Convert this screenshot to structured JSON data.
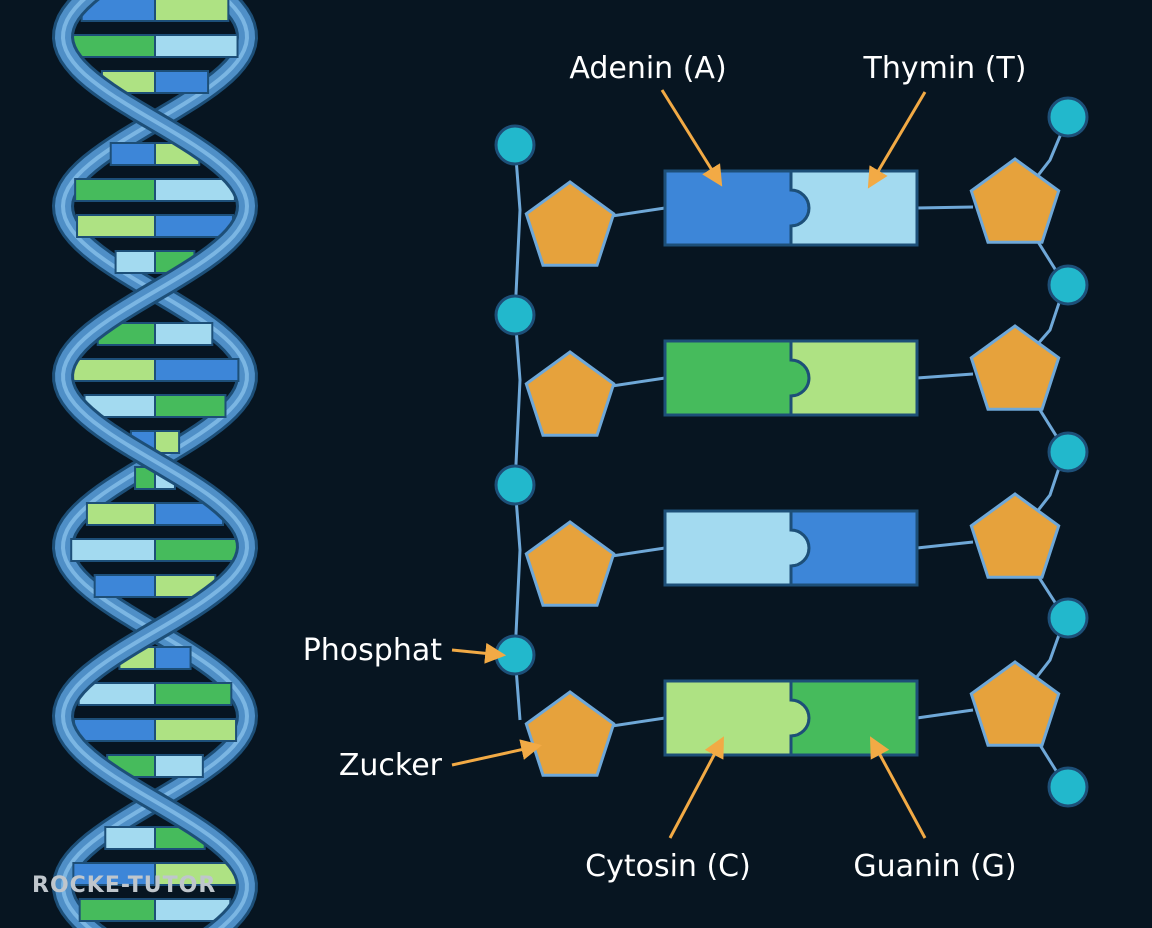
{
  "labels": {
    "adenine": "Adenin (A)",
    "thymine": "Thymin (T)",
    "cytosine": "Cytosin (C)",
    "guanine": "Guanin (G)",
    "phosphate": "Phosphat",
    "sugar": "Zucker"
  },
  "watermark": "ROCKE-TUTOR",
  "colors": {
    "background": "#071521",
    "phosphate": "#22b8cc",
    "sugar": "#e6a23c",
    "strand": "#6fa8d8",
    "outline": "#1d4f78",
    "adenine": "#3d86d8",
    "thymine": "#a3daf0",
    "cytosine": "#aee283",
    "guanine": "#46bb5c",
    "arrow": "#f2aa45"
  },
  "base_pairs": [
    {
      "left": "adenine",
      "right": "thymine"
    },
    {
      "left": "guanine",
      "right": "cytosine"
    },
    {
      "left": "thymine",
      "right": "adenine"
    },
    {
      "left": "cytosine",
      "right": "guanine"
    }
  ]
}
